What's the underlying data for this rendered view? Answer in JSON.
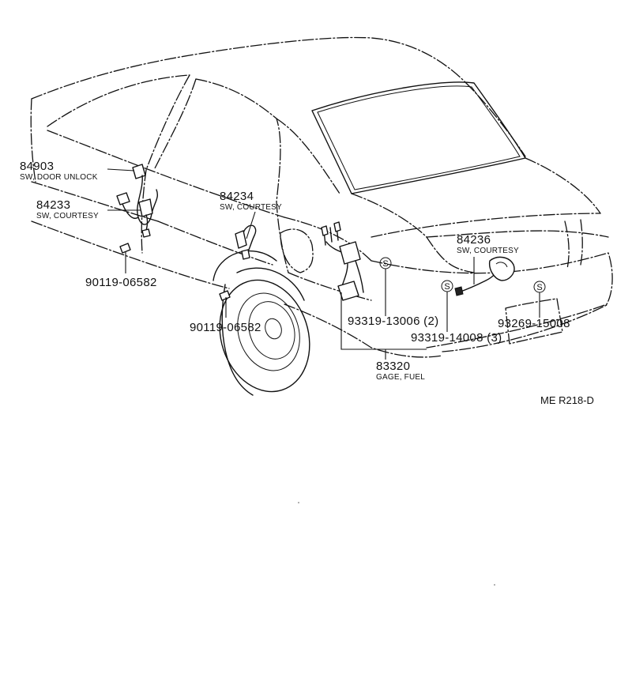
{
  "callouts": [
    {
      "id": "p84903",
      "number": "84903",
      "desc": "SW, DOOR UNLOCK"
    },
    {
      "id": "p84233",
      "number": "84233",
      "desc": "SW, COURTESY"
    },
    {
      "id": "p84234",
      "number": "84234",
      "desc": "SW, COURTESY"
    },
    {
      "id": "p84236",
      "number": "84236",
      "desc": "SW, COURTESY"
    },
    {
      "id": "p90119a",
      "number": "90119-06582",
      "desc": ""
    },
    {
      "id": "p90119b",
      "number": "90119-06582",
      "desc": ""
    },
    {
      "id": "p93319a",
      "number": "93319-13006 (2)",
      "desc": ""
    },
    {
      "id": "p93319b",
      "number": "93319-14008 (3)",
      "desc": ""
    },
    {
      "id": "p93269",
      "number": "93269-15008",
      "desc": ""
    },
    {
      "id": "p83320",
      "number": "83320",
      "desc": "GAGE, FUEL"
    }
  ],
  "screw_symbol": "S",
  "reference_code": "ME R218-D"
}
